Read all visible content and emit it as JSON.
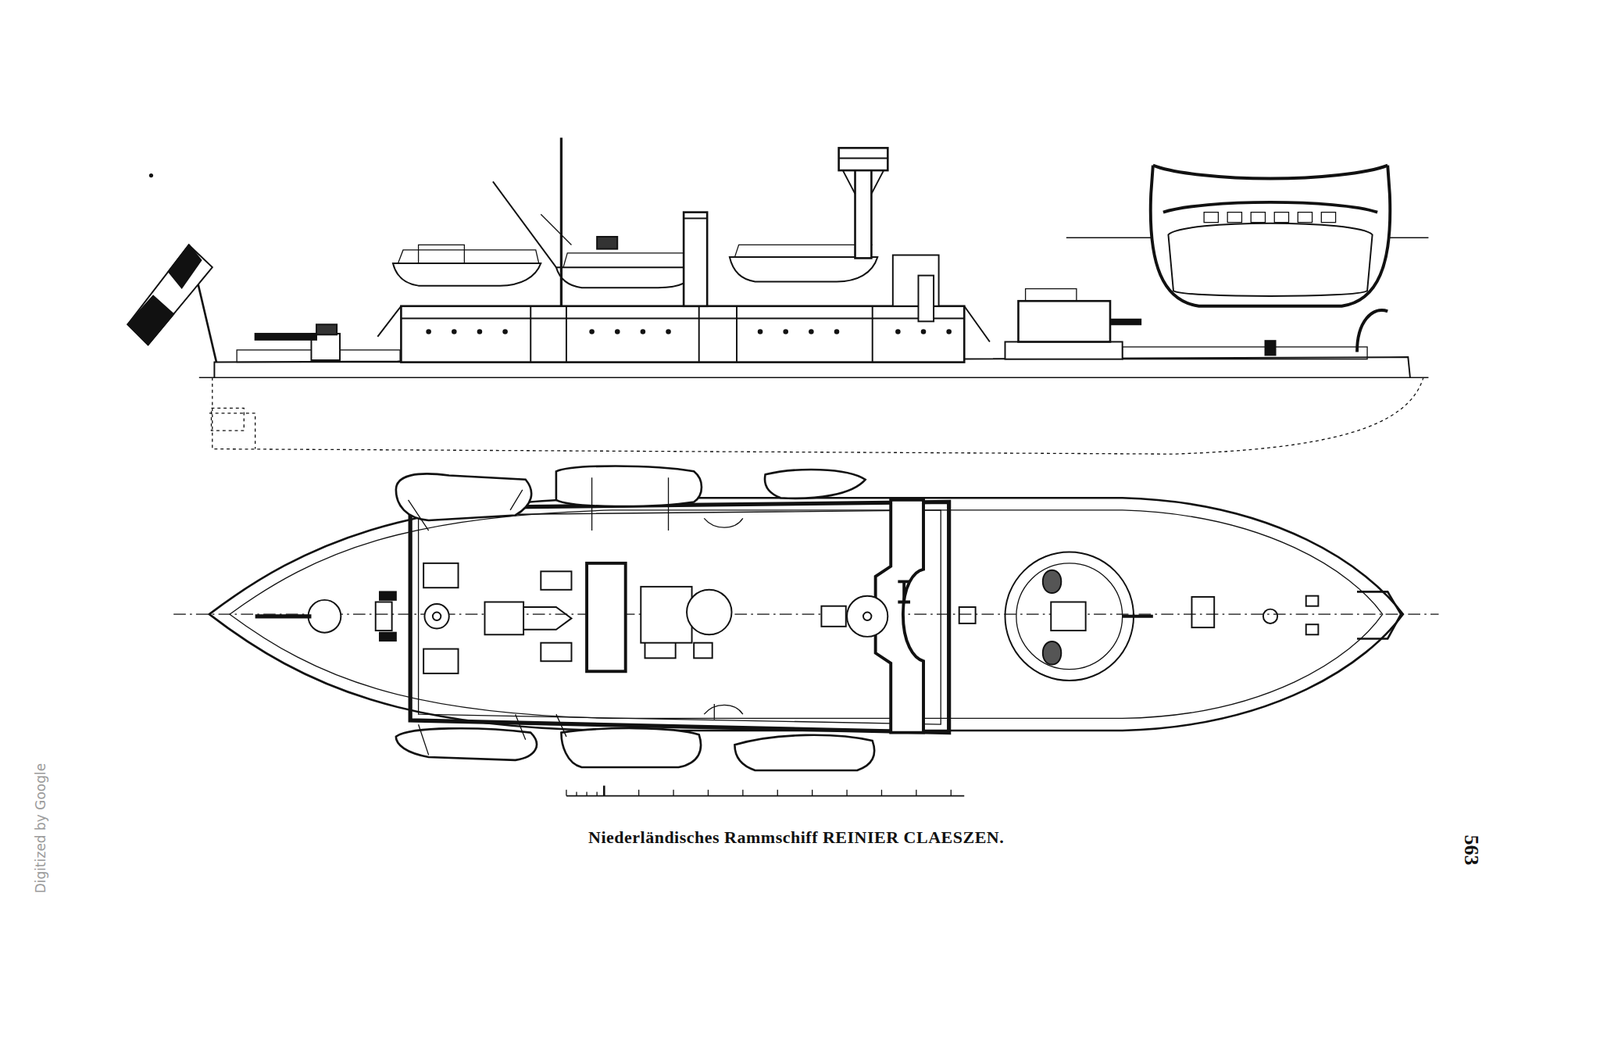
{
  "diagram": {
    "caption": "Niederländisches Rammschiff REINIER CLAESZEN.",
    "labels": [
      "563",
      "Digitized by Google"
    ]
  }
}
